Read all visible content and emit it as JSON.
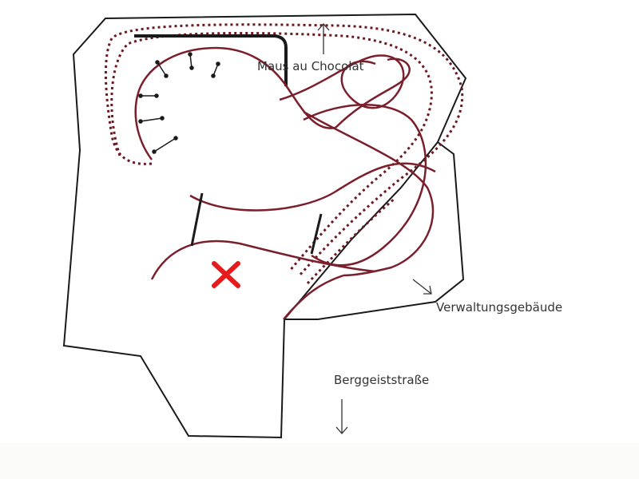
{
  "labels": {
    "maus_au_chocolat": "Maus au Chocolat",
    "verwaltungsgebaeude": "Verwaltungsgebäude",
    "berggeiststrasse": "Berggeiststraße"
  },
  "colors": {
    "outline": "#1a1a1a",
    "track": "#7a1f2b",
    "track_dotted": "#6b1a22",
    "marker": "#e61b1b",
    "text": "#333333"
  },
  "icons": {
    "marker": "x-marker-icon",
    "arrow_up": "arrow-up-icon",
    "arrow_right": "arrow-right-icon",
    "arrow_down": "arrow-down-icon"
  }
}
